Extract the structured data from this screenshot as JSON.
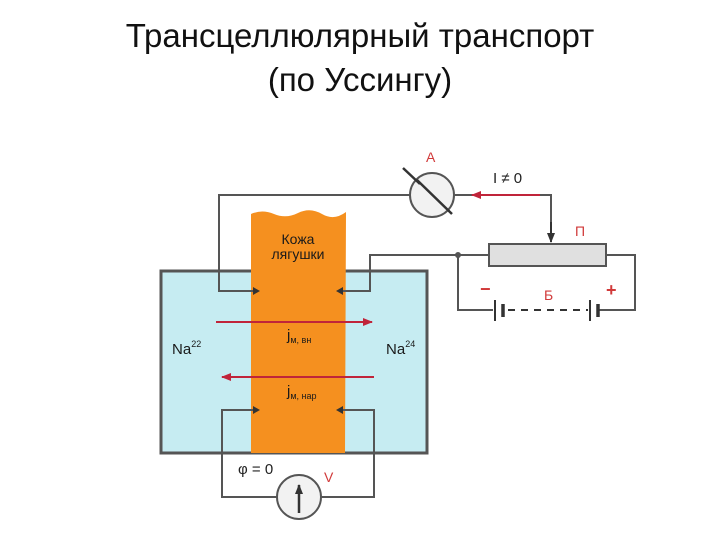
{
  "title": {
    "line1": "Трансцеллюлярный транспорт",
    "line2": "(по Уссингу)"
  },
  "diagram": {
    "skin_label_line1": "Кожа",
    "skin_label_line2": "лягушки",
    "ammeter_letter": "A",
    "current_text": "I ≠ 0",
    "potentiometer_letter": "П",
    "battery_letter": "Б",
    "battery_minus": "−",
    "battery_plus": "+",
    "left_ion": "Na",
    "left_ion_sup": "22",
    "right_ion": "Na",
    "right_ion_sup": "24",
    "flux_in_main": "j",
    "flux_in_sub": "м, вн",
    "flux_out_main": "j",
    "flux_out_sub": "м, нар",
    "potential_text": "φ = 0",
    "voltmeter_letter": "V"
  },
  "colors": {
    "solution": "#c6ecf2",
    "skin": "#f5901f",
    "wire": "#555555",
    "arrow_red": "#c0243a",
    "label_red": "#d13a3a"
  }
}
